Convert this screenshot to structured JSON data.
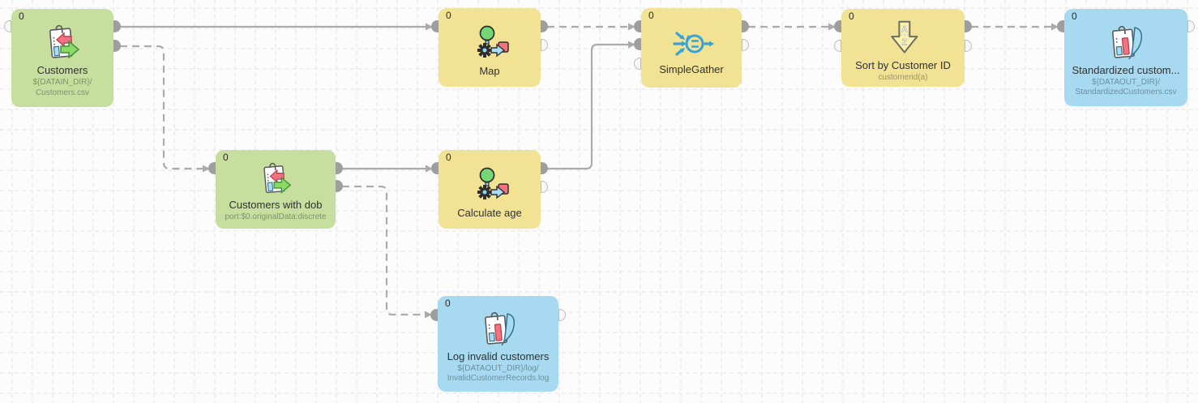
{
  "colors": {
    "node_green": "#c7df9e",
    "node_yellow": "#f1e294",
    "node_blue": "#a7daf1",
    "edge_gray": "#ababab",
    "port_gray": "#9e9e9e",
    "icon_blue": "#35a3d8",
    "icon_green": "#74d874",
    "icon_red": "#f2737f"
  },
  "nodes": [
    {
      "id": "customers",
      "icon": "reader-icon",
      "counter": "0",
      "label": "Customers",
      "subtitle_line1": "${DATAIN_DIR}/",
      "subtitle_line2": "Customers.csv"
    },
    {
      "id": "customers-with-dob",
      "icon": "reader-icon",
      "counter": "0",
      "label": "Customers with dob",
      "subtitle_line1": "port:$0.originalData:discrete"
    },
    {
      "id": "map",
      "icon": "map-icon",
      "counter": "0",
      "label": "Map"
    },
    {
      "id": "calculate-age",
      "icon": "map-icon",
      "counter": "0",
      "label": "Calculate age"
    },
    {
      "id": "simple-gather",
      "icon": "gather-icon",
      "counter": "0",
      "label": "SimpleGather"
    },
    {
      "id": "sort-by-customer-id",
      "icon": "sort-icon",
      "counter": "0",
      "label": "Sort by Customer ID",
      "subtitle_line1": "customerid(a)"
    },
    {
      "id": "standardized-customers",
      "icon": "writer-icon",
      "counter": "0",
      "label": "Standardized custom...",
      "subtitle_line1": "${DATAOUT_DIR}/",
      "subtitle_line2": "StandardizedCustomers.csv"
    },
    {
      "id": "log-invalid-customers",
      "icon": "writer-icon",
      "counter": "0",
      "label": "Log invalid customers",
      "subtitle_line1": "${DATAOUT_DIR}/log/",
      "subtitle_line2": "InvalidCustomerRecords.log"
    }
  ],
  "edges": [
    {
      "from": "customers",
      "to": "map",
      "style": "solid"
    },
    {
      "from": "customers",
      "to": "customers-with-dob",
      "style": "dashed"
    },
    {
      "from": "customers-with-dob",
      "to": "calculate-age",
      "style": "solid"
    },
    {
      "from": "customers-with-dob",
      "to": "log-invalid-customers",
      "style": "dashed"
    },
    {
      "from": "map",
      "to": "simple-gather",
      "style": "dashed"
    },
    {
      "from": "calculate-age",
      "to": "simple-gather",
      "style": "solid"
    },
    {
      "from": "simple-gather",
      "to": "sort-by-customer-id",
      "style": "dashed"
    },
    {
      "from": "sort-by-customer-id",
      "to": "standardized-customers",
      "style": "dashed"
    }
  ]
}
